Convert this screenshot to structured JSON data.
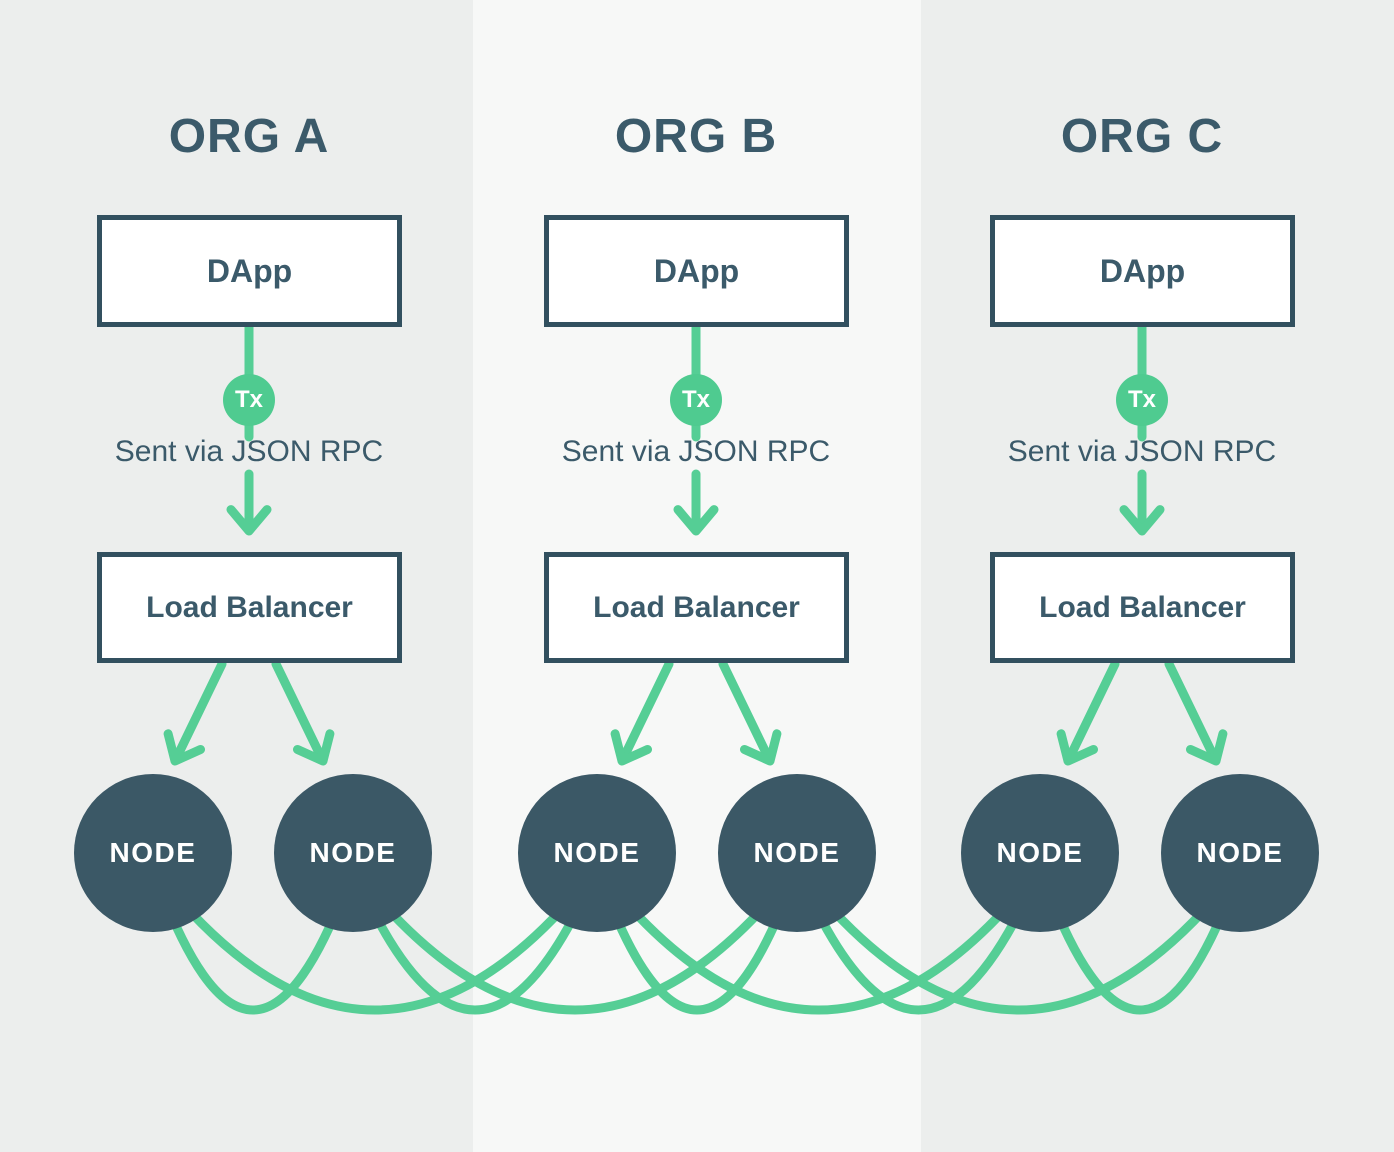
{
  "colors": {
    "band_outer": "#ECEEED",
    "band_middle": "#F7F8F7",
    "dark_slate": "#3B5A6A",
    "box_border": "#32505F",
    "node_fill": "#3B5866",
    "green_line": "#55CE95",
    "green_badge": "#4FCB90",
    "white": "#FFFFFF"
  },
  "columns": [
    {
      "title": "ORG A",
      "dapp_label": "DApp",
      "tx_badge": "Tx",
      "rpc_caption": "Sent via JSON RPC",
      "load_balancer_label": "Load Balancer",
      "nodes": [
        "NODE",
        "NODE"
      ]
    },
    {
      "title": "ORG B",
      "dapp_label": "DApp",
      "tx_badge": "Tx",
      "rpc_caption": "Sent via JSON RPC",
      "load_balancer_label": "Load Balancer",
      "nodes": [
        "NODE",
        "NODE"
      ]
    },
    {
      "title": "ORG C",
      "dapp_label": "DApp",
      "tx_badge": "Tx",
      "rpc_caption": "Sent via JSON RPC",
      "load_balancer_label": "Load Balancer",
      "nodes": [
        "NODE",
        "NODE"
      ]
    }
  ]
}
